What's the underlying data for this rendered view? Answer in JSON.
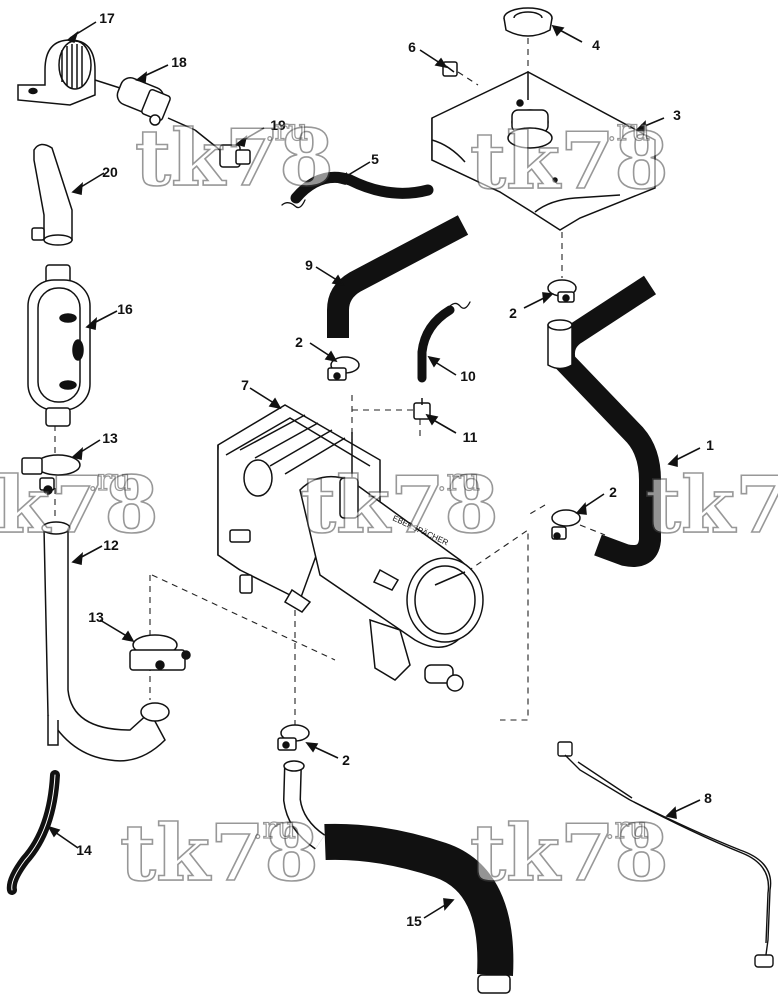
{
  "callouts": [
    {
      "id": "c1",
      "text": "1"
    },
    {
      "id": "c2a",
      "text": "2"
    },
    {
      "id": "c2b",
      "text": "2"
    },
    {
      "id": "c2c",
      "text": "2"
    },
    {
      "id": "c2d",
      "text": "2"
    },
    {
      "id": "c3",
      "text": "3"
    },
    {
      "id": "c4",
      "text": "4"
    },
    {
      "id": "c5",
      "text": "5"
    },
    {
      "id": "c6",
      "text": "6"
    },
    {
      "id": "c7",
      "text": "7"
    },
    {
      "id": "c8",
      "text": "8"
    },
    {
      "id": "c9",
      "text": "9"
    },
    {
      "id": "c10",
      "text": "10"
    },
    {
      "id": "c11",
      "text": "11"
    },
    {
      "id": "c12",
      "text": "12"
    },
    {
      "id": "c13a",
      "text": "13"
    },
    {
      "id": "c13b",
      "text": "13"
    },
    {
      "id": "c14",
      "text": "14"
    },
    {
      "id": "c15",
      "text": "15"
    },
    {
      "id": "c16",
      "text": "16"
    },
    {
      "id": "c17",
      "text": "17"
    },
    {
      "id": "c18",
      "text": "18"
    },
    {
      "id": "c19",
      "text": "19"
    },
    {
      "id": "c20",
      "text": "20"
    }
  ],
  "watermark": {
    "main": "tk78",
    "suffix": ".ru"
  }
}
